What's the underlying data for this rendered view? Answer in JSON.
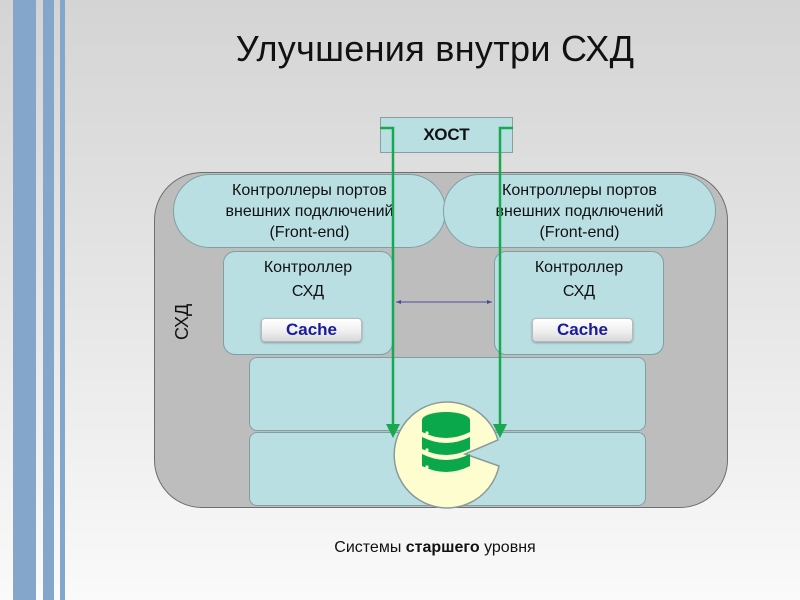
{
  "slide": {
    "title": "Улучшения внутри СХД",
    "caption": {
      "prefix": "Системы ",
      "emphasis": "старшего",
      "suffix": " уровня"
    }
  },
  "diagram": {
    "host_label": "ХОСТ",
    "storage_label": "СХД",
    "frontend": [
      {
        "line1": "Контроллеры портов",
        "line2": "внешних подключений",
        "line3": "(Front-end)"
      },
      {
        "line1": "Контроллеры портов",
        "line2": "внешних подключений",
        "line3": "(Front-end)"
      }
    ],
    "controllers": [
      {
        "line1": "Контроллер",
        "line2": "СХД",
        "cache_label": "Cache"
      },
      {
        "line1": "Контроллер",
        "line2": "СХД",
        "cache_label": "Cache"
      }
    ],
    "icons": {
      "storage": "database-icon",
      "arrows": "arrow-down-icon",
      "link": "double-arrow-icon"
    },
    "colors": {
      "box_fill": "#b9dfe3",
      "enclosure_fill": "#bdbdbd",
      "arrow_green": "#18a84e",
      "cache_text": "#1a1a9e",
      "link_line": "#4a4a9a",
      "db_disc": "#fdfdd0",
      "db_green": "#0aa84a",
      "stripe_blue": "#85a6cb"
    }
  }
}
